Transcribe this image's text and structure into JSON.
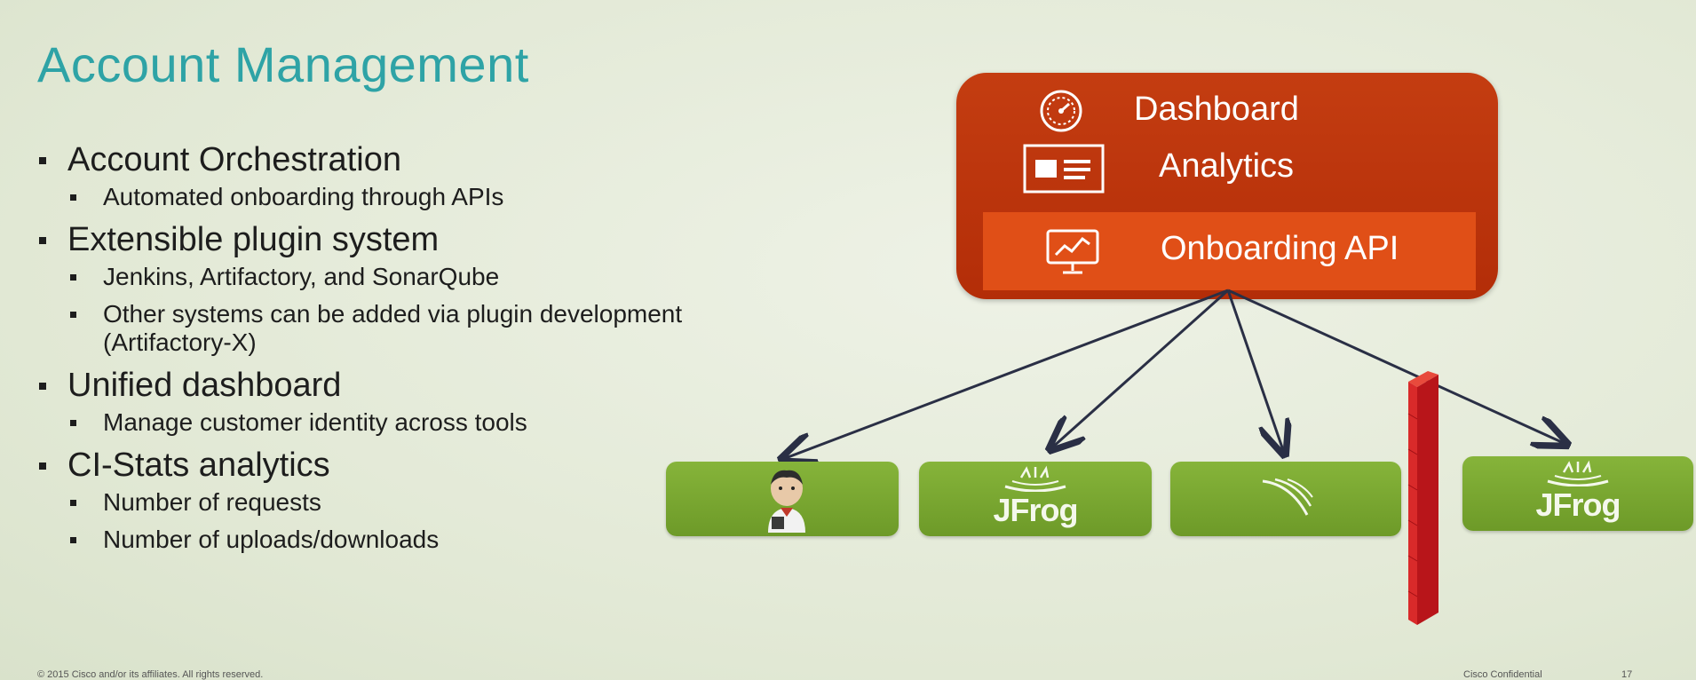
{
  "slide": {
    "title": "Account Management",
    "bullets": [
      {
        "text": "Account Orchestration",
        "subs": [
          "Automated onboarding through APIs"
        ]
      },
      {
        "text": "Extensible plugin system",
        "subs": [
          "Jenkins,  Artifactory, and SonarQube",
          "Other systems can be added via plugin development (Artifactory-X)"
        ]
      },
      {
        "text": "Unified dashboard",
        "subs": [
          "Manage customer identity across tools"
        ]
      },
      {
        "text": "CI-Stats analytics",
        "subs": [
          "Number of requests",
          "Number of uploads/downloads"
        ]
      }
    ]
  },
  "panel": {
    "dashboard": "Dashboard",
    "analytics": "Analytics",
    "onboarding_api": "Onboarding API",
    "icons": [
      "speedometer-icon",
      "analytics-card-icon",
      "monitor-chart-icon"
    ]
  },
  "plugins": {
    "box1_icon": "jenkins-logo",
    "box2_label": "JFrog",
    "box3_icon": "sonarqube-logo",
    "box4_label": "JFrog"
  },
  "footer": {
    "copyright": "© 2015 Cisco and/or its affiliates. All rights reserved.",
    "confidential": "Cisco Confidential",
    "page": "17"
  },
  "colors": {
    "title": "#2ea3a6",
    "panel": "#b8320a",
    "panel_api": "#e04f17",
    "plugin_box": "#7aa832",
    "firewall": "#d41f1f"
  }
}
